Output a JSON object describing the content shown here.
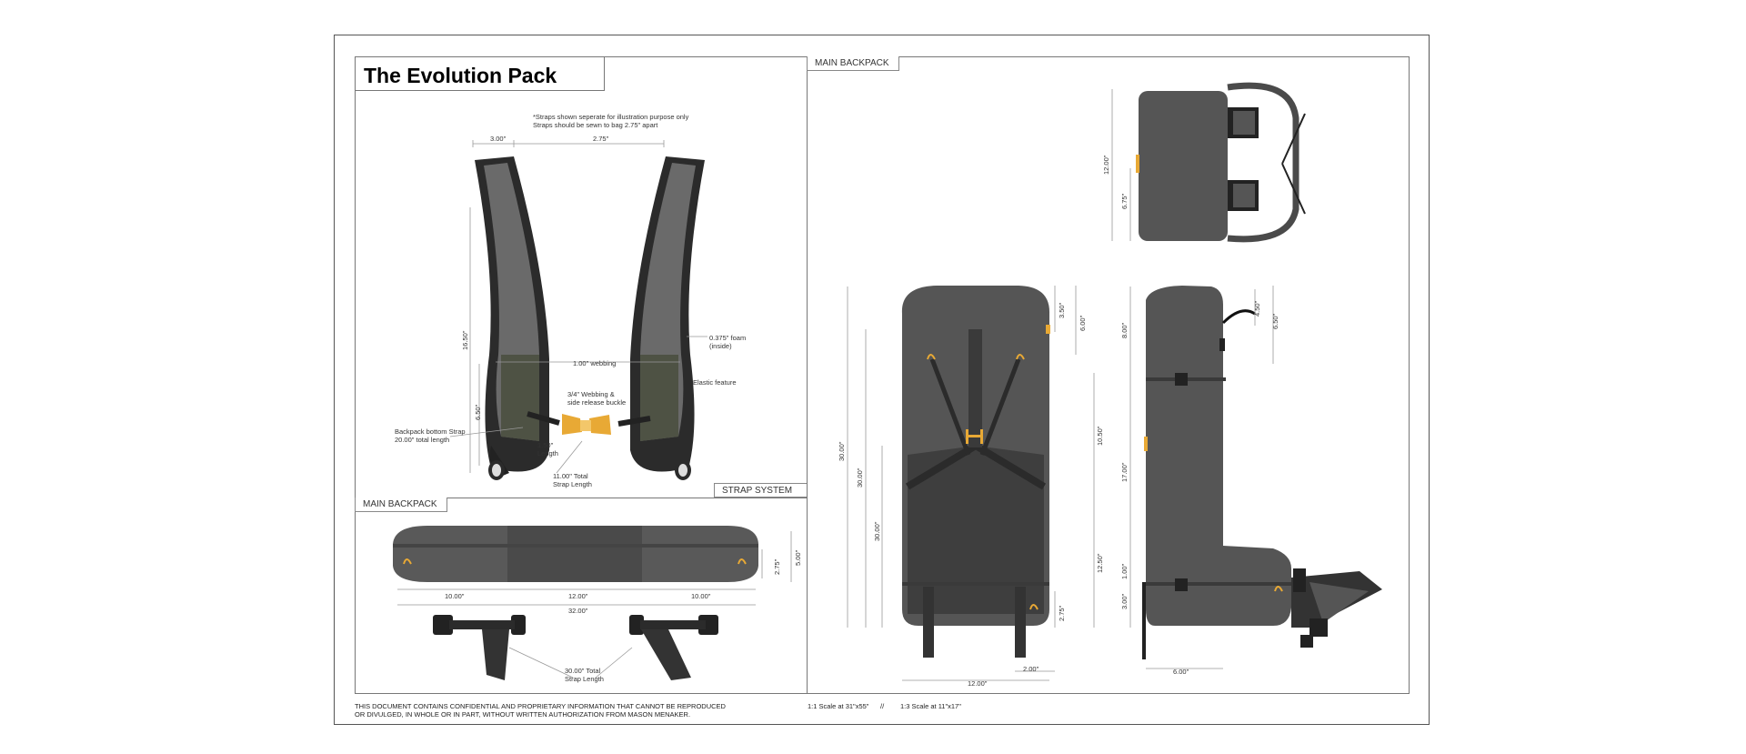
{
  "title": "The Evolution Pack",
  "tabs": {
    "main_backpack_right": "MAIN BACKPACK",
    "main_backpack_bottom": "MAIN BACKPACK",
    "strap_system": "STRAP SYSTEM"
  },
  "strap_notes": {
    "note1": "*Straps shown seperate for illustration purpose only",
    "note2": "Straps should be sewn to bag 2.75\" apart",
    "dim_300": "3.00\"",
    "dim_275": "2.75\"",
    "dim_1650": "16.50\"",
    "dim_650": "6.50\"",
    "webbing": "1.00\" webbing",
    "foam": "0.375\" foam\n(inside)",
    "elastic": "Elastic feature",
    "buckle": "3/4\" Webbing &\nside release buckle",
    "bottom_strap": "Backpack bottom Strap\n20.00\" total length",
    "length_150": "1.50\"\nLength",
    "total_1100": "11.00\" Total\nStrap Length"
  },
  "waist": {
    "d1000a": "10.00\"",
    "d1200": "12.00\"",
    "d1000b": "10.00\"",
    "d3200": "32.00\"",
    "d275": "2.75\"",
    "d500": "5.00\"",
    "total": "30.00\" Total\nStrap Length"
  },
  "front": {
    "d1200top": "12.00\"",
    "d675": "6.75\"",
    "d350": "3.50\"",
    "d600": "6.00\"",
    "d3000a": "30.00\"",
    "d3000b": "30.00\"",
    "d3000c": "30.00\"",
    "d1050": "10.50\"",
    "d1250": "12.50\"",
    "d275": "2.75\"",
    "d200": "2.00\"",
    "d1200bottom": "12.00\""
  },
  "side": {
    "d450": "4.50\"",
    "d650": "6.50\"",
    "d800": "8.00\"",
    "d1700": "17.00\"",
    "d100": "1.00\"",
    "d300": "3.00\"",
    "d600": "6.00\""
  },
  "footer": {
    "legal": "THIS DOCUMENT CONTAINS CONFIDENTIAL AND PROPRIETARY INFORMATION THAT CANNOT BE REPRODUCED\nOR DIVULGED, IN WHOLE OR IN PART, WITHOUT WRITTEN AUTHORIZATION FROM MASON MENAKER.",
    "scale1": "1:1 Scale at 31\"x55\"",
    "sep": "//",
    "scale2": "1:3 Scale at 11\"x17\""
  },
  "colors": {
    "bag": "#5a5a5a",
    "bag_dark": "#3c3c3c",
    "buckle": "#e8a935",
    "strap_inner": "#4e5244"
  }
}
